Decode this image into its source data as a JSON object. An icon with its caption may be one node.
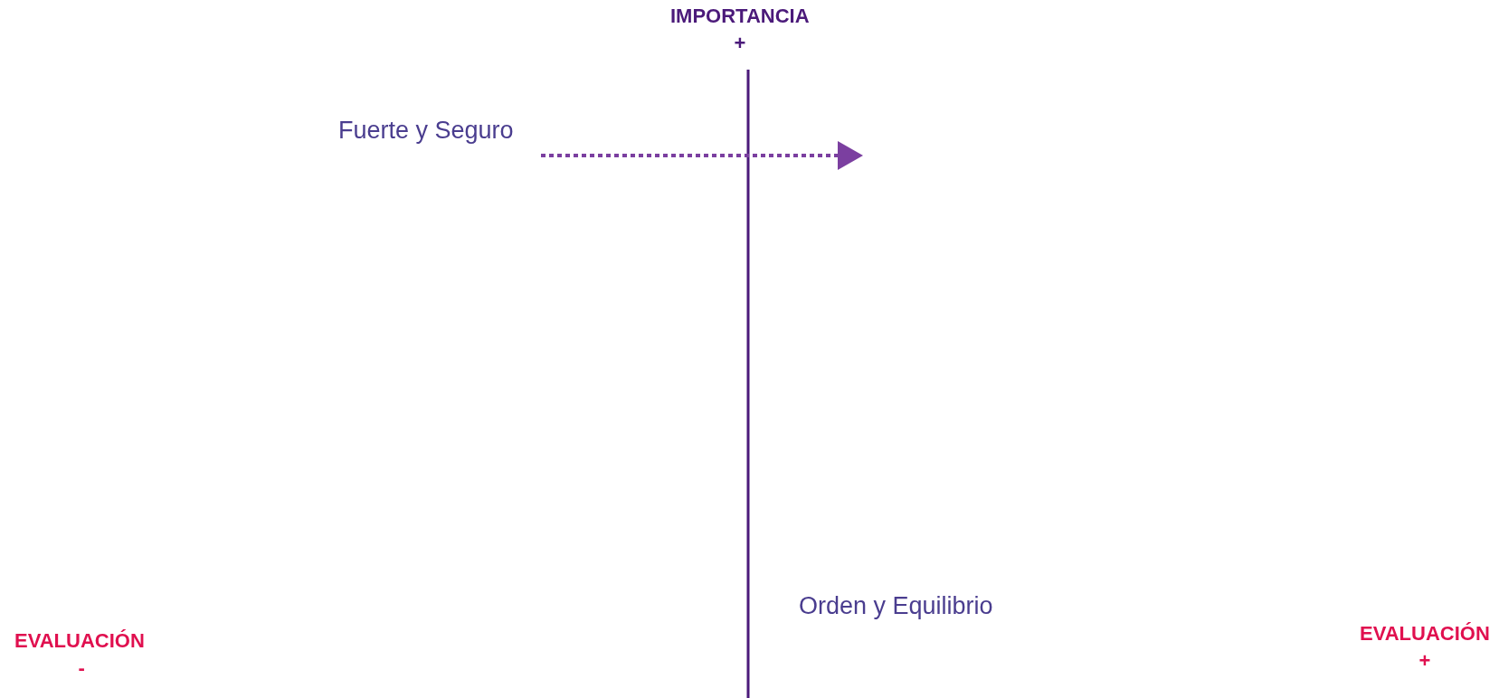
{
  "diagram": {
    "labels": [
      "IMPORTANCIA",
      "+",
      "Fuerte y Seguro",
      "Orden y Equilibrio",
      "EVALUACIÓN",
      "-",
      "EVALUACIÓN",
      "+"
    ]
  }
}
